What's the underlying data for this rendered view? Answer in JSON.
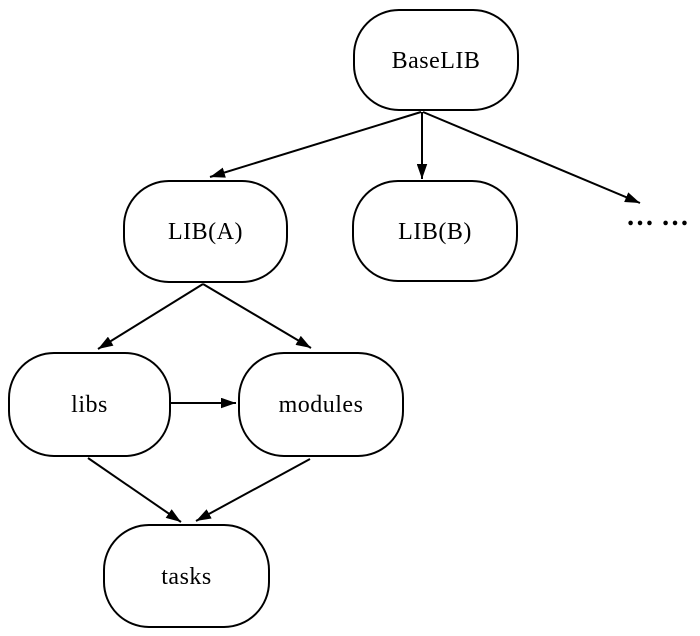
{
  "diagram": {
    "background_color": "#ffffff",
    "stroke_color": "#000000",
    "nodes": [
      {
        "id": "baselib",
        "label": "BaseLIB"
      },
      {
        "id": "lib-a",
        "label": "LIB(A)"
      },
      {
        "id": "lib-b",
        "label": "LIB(B)"
      },
      {
        "id": "libs",
        "label": "libs"
      },
      {
        "id": "modules",
        "label": "modules"
      },
      {
        "id": "tasks",
        "label": "tasks"
      }
    ],
    "ellipsis": "… …",
    "edges": [
      {
        "from": "BaseLIB",
        "to": "LIB(A)"
      },
      {
        "from": "BaseLIB",
        "to": "LIB(B)"
      },
      {
        "from": "BaseLIB",
        "to": "… … (more libs)"
      },
      {
        "from": "LIB(A)",
        "to": "libs"
      },
      {
        "from": "LIB(A)",
        "to": "modules"
      },
      {
        "from": "libs",
        "to": "modules"
      },
      {
        "from": "libs",
        "to": "tasks"
      },
      {
        "from": "modules",
        "to": "tasks"
      }
    ]
  }
}
